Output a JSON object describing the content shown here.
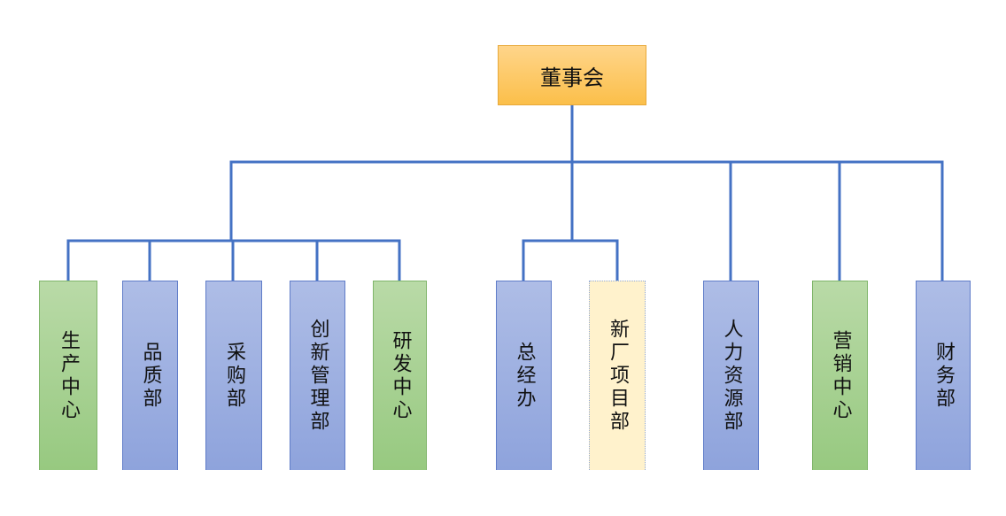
{
  "root": {
    "label": "董事会"
  },
  "departments": [
    {
      "label": "生产中心",
      "color": "green"
    },
    {
      "label": "品质部",
      "color": "blue"
    },
    {
      "label": "采购部",
      "color": "blue"
    },
    {
      "label": "创新管理部",
      "color": "blue"
    },
    {
      "label": "研发中心",
      "color": "green"
    },
    {
      "label": "总经办",
      "color": "blue"
    },
    {
      "label": "新厂项目部",
      "color": "cream"
    },
    {
      "label": "人力资源部",
      "color": "blue"
    },
    {
      "label": "营销中心",
      "color": "green"
    },
    {
      "label": "财务部",
      "color": "blue"
    }
  ],
  "colors": {
    "connector": "#4472c4",
    "root_fill": "#fbbf4a",
    "blue_fill": "#8ea3dc",
    "green_fill": "#97c980",
    "cream_fill": "#fff2cc"
  }
}
